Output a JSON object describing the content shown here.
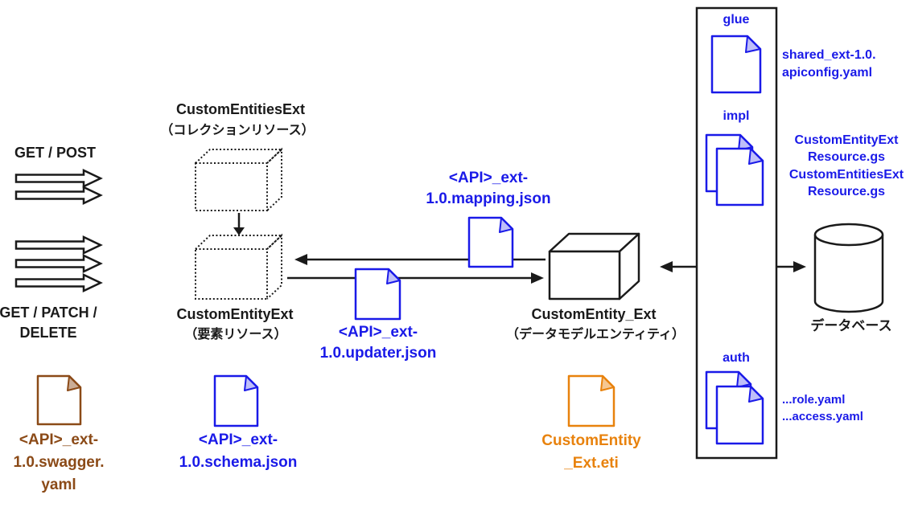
{
  "colors": {
    "ink": "#1a1a1a",
    "blue": "#1a1ae8",
    "brown": "#8b4a17",
    "orange": "#e8820d"
  },
  "icons": {
    "document": "file-icon",
    "cube": "entity-cube",
    "database": "database-cylinder",
    "block_arrow": "request-arrow"
  },
  "left": {
    "get_post": "GET / POST",
    "get_patch_delete_line1": "GET / PATCH /",
    "get_patch_delete_line2": "DELETE"
  },
  "collection": {
    "title": "CustomEntitiesExt",
    "subtitle": "（コレクションリソース）"
  },
  "element": {
    "title": "CustomEntityExt",
    "subtitle": "（要素リソース）"
  },
  "entity": {
    "title": "CustomEntity_Ext",
    "subtitle": "（データモデルエンティティ）"
  },
  "files": {
    "mapping": {
      "line1": "<API>_ext-",
      "line2": "1.0.mapping.json"
    },
    "updater": {
      "line1": "<API>_ext-",
      "line2": "1.0.updater.json"
    },
    "swagger": {
      "line1": "<API>_ext-",
      "line2": "1.0.swagger.",
      "line3": "yaml"
    },
    "schema": {
      "line1": "<API>_ext-",
      "line2": "1.0.schema.json"
    },
    "eti": {
      "line1": "CustomEntity",
      "line2": "_Ext.eti"
    }
  },
  "package": {
    "glue": {
      "label": "glue",
      "files_line1": "shared_ext-1.0.",
      "files_line2": "apiconfig.yaml"
    },
    "impl": {
      "label": "impl",
      "files": [
        "CustomEntityExt",
        "Resource.gs",
        "CustomEntitiesExt",
        "Resource.gs"
      ]
    },
    "auth": {
      "label": "auth",
      "files_line1": "...role.yaml",
      "files_line2": "...access.yaml"
    }
  },
  "database": {
    "label": "データベース"
  }
}
